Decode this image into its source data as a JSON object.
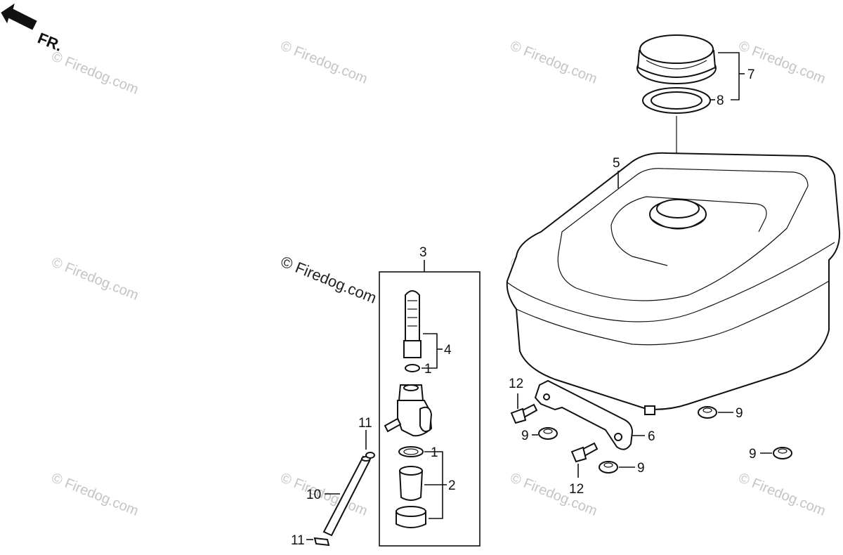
{
  "direction_label": "FR.",
  "watermark": "© Firedog.com",
  "callouts": {
    "c1a": "1",
    "c1b": "1",
    "c2": "2",
    "c3": "3",
    "c4": "4",
    "c5": "5",
    "c6": "6",
    "c7": "7",
    "c8": "8",
    "c9a": "9",
    "c9b": "9",
    "c9c": "9",
    "c9d": "9",
    "c10": "10",
    "c11a": "11",
    "c11b": "11",
    "c12a": "12",
    "c12b": "12"
  },
  "colors": {
    "line": "#111111",
    "watermark": "#c4c4c4",
    "background": "#ffffff"
  }
}
